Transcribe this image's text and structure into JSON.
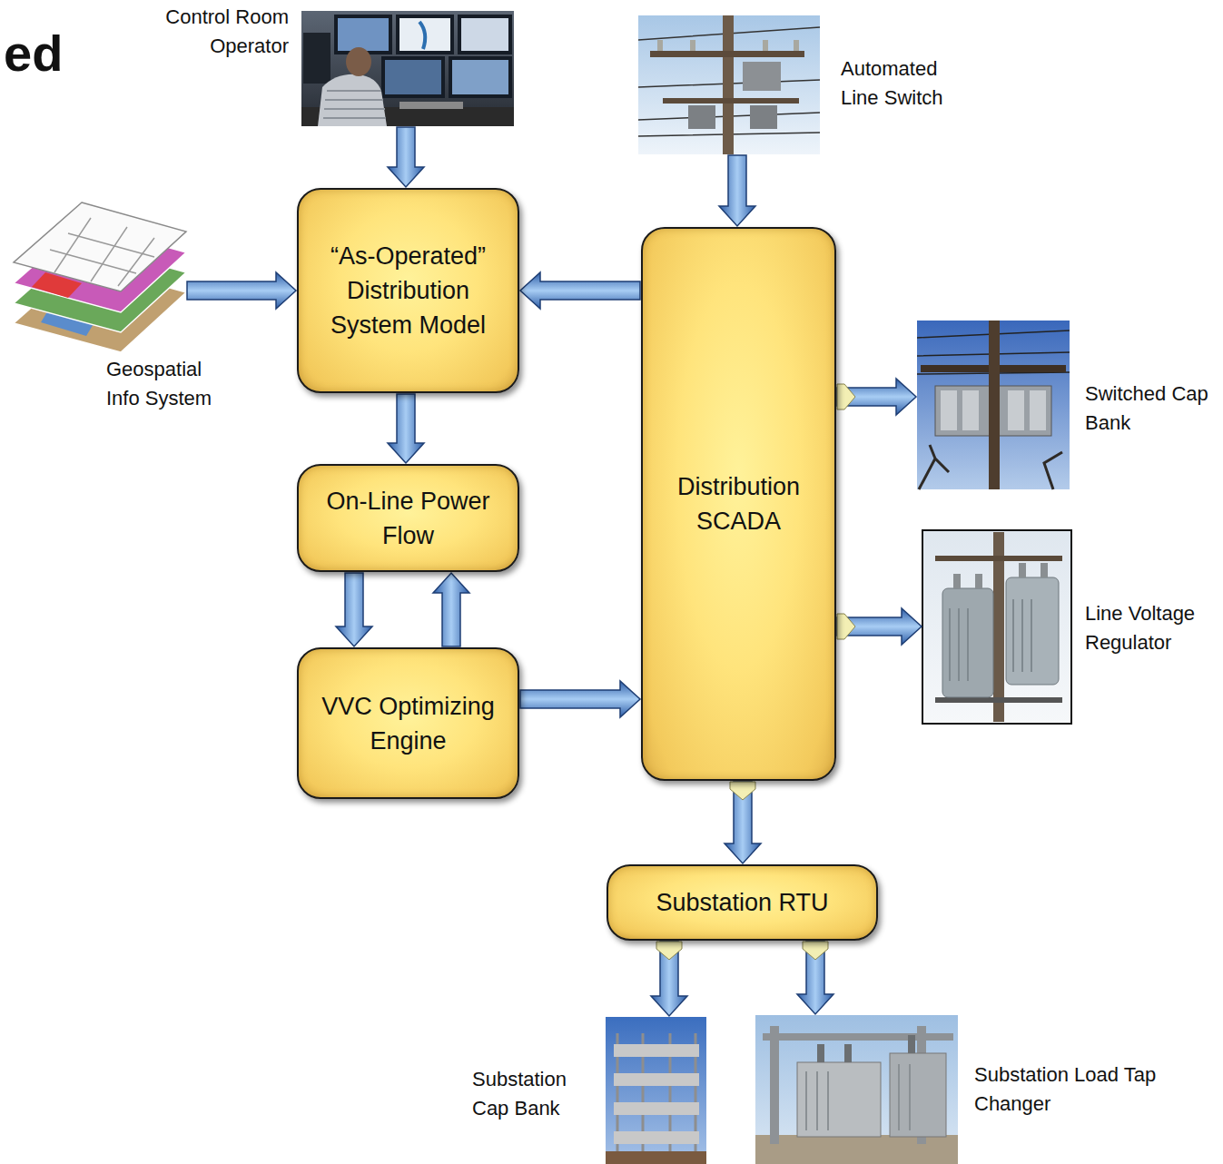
{
  "diagram": {
    "nodes": [
      {
        "text": [
          "Control Room Operator"
        ]
      },
      {
        "text": [
          "Automated Line Switch"
        ]
      },
      {
        "text": [
          "Geospatial Info System"
        ]
      },
      {
        "text": [
          "“As-Operated” Distribution System Model"
        ]
      },
      {
        "text": [
          "Distribution SCADA"
        ]
      },
      {
        "text": [
          "Switched Cap Bank"
        ]
      },
      {
        "text": [
          "On-Line Power Flow"
        ]
      },
      {
        "text": [
          "Line Voltage Regulator"
        ]
      },
      {
        "text": [
          "VVC Optimizing Engine"
        ]
      },
      {
        "text": [
          "Substation RTU"
        ]
      },
      {
        "text": [
          "Substation Cap Bank"
        ]
      },
      {
        "text": [
          "Substation Load Tap Changer"
        ]
      }
    ],
    "edges": [
      {
        "from": 0,
        "to": 3,
        "arrow": "to"
      },
      {
        "from": 2,
        "to": 3,
        "arrow": "to"
      },
      {
        "from": 4,
        "to": 3,
        "arrow": "to"
      },
      {
        "from": 1,
        "to": 4,
        "arrow": "to"
      },
      {
        "from": 3,
        "to": 6,
        "arrow": "to"
      },
      {
        "from": 6,
        "to": 8,
        "arrow": "to"
      },
      {
        "from": 8,
        "to": 6,
        "arrow": "to"
      },
      {
        "from": 8,
        "to": 4,
        "arrow": "to"
      },
      {
        "from": 4,
        "to": 5,
        "arrow": "to"
      },
      {
        "from": 4,
        "to": 7,
        "arrow": "to"
      },
      {
        "from": 4,
        "to": 9,
        "arrow": "to"
      },
      {
        "from": 9,
        "to": 10,
        "arrow": "to"
      },
      {
        "from": 9,
        "to": 11,
        "arrow": "to"
      }
    ],
    "labels": [
      "ed"
    ]
  }
}
